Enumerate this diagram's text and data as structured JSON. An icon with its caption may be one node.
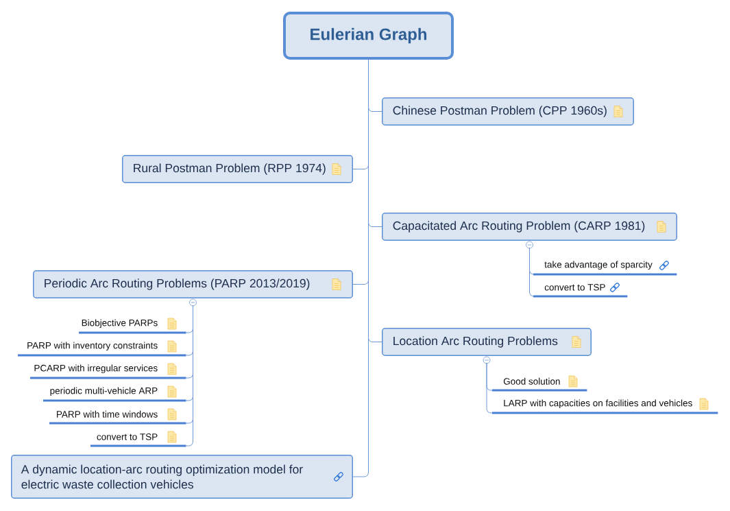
{
  "diagram": {
    "nodes": [
      {
        "text": [
          "Eulerian Graph"
        ]
      },
      {
        "text": [
          "Chinese Postman Problem (CPP 1960s)"
        ]
      },
      {
        "text": [
          "Rural Postman Problem (RPP 1974)"
        ]
      },
      {
        "text": [
          "Capacitated Arc Routing Problem (CARP 1981)"
        ]
      },
      {
        "text": [
          "take advantage of sparcity"
        ]
      },
      {
        "text": [
          "convert to TSP"
        ]
      },
      {
        "text": [
          "Periodic Arc Routing Problems (PARP 2013/2019)"
        ]
      },
      {
        "text": [
          "Biobjective PARPs"
        ]
      },
      {
        "text": [
          "PARP with inventory constraints"
        ]
      },
      {
        "text": [
          "PCARP with irregular services"
        ]
      },
      {
        "text": [
          "periodic multi-vehicle ARP"
        ]
      },
      {
        "text": [
          "PARP with time windows"
        ]
      },
      {
        "text": [
          "convert to TSP"
        ]
      },
      {
        "text": [
          "Location Arc Routing Problems"
        ]
      },
      {
        "text": [
          "Good solution"
        ]
      },
      {
        "text": [
          "LARP with capacities on facilities and vehicles"
        ]
      },
      {
        "text": [
          "A dynamic location-arc routing optimization model for electric waste collection vehicles"
        ]
      }
    ],
    "edges": [
      {
        "from": 0,
        "to": 1,
        "arrow": "none"
      },
      {
        "from": 0,
        "to": 2,
        "arrow": "none"
      },
      {
        "from": 0,
        "to": 3,
        "arrow": "none"
      },
      {
        "from": 3,
        "to": 4,
        "arrow": "none"
      },
      {
        "from": 3,
        "to": 5,
        "arrow": "none"
      },
      {
        "from": 0,
        "to": 6,
        "arrow": "none"
      },
      {
        "from": 6,
        "to": 7,
        "arrow": "none"
      },
      {
        "from": 6,
        "to": 8,
        "arrow": "none"
      },
      {
        "from": 6,
        "to": 9,
        "arrow": "none"
      },
      {
        "from": 6,
        "to": 10,
        "arrow": "none"
      },
      {
        "from": 6,
        "to": 11,
        "arrow": "none"
      },
      {
        "from": 6,
        "to": 12,
        "arrow": "none"
      },
      {
        "from": 0,
        "to": 13,
        "arrow": "none"
      },
      {
        "from": 13,
        "to": 14,
        "arrow": "none"
      },
      {
        "from": 13,
        "to": 15,
        "arrow": "none"
      },
      {
        "from": 0,
        "to": 16,
        "arrow": "none"
      }
    ]
  }
}
